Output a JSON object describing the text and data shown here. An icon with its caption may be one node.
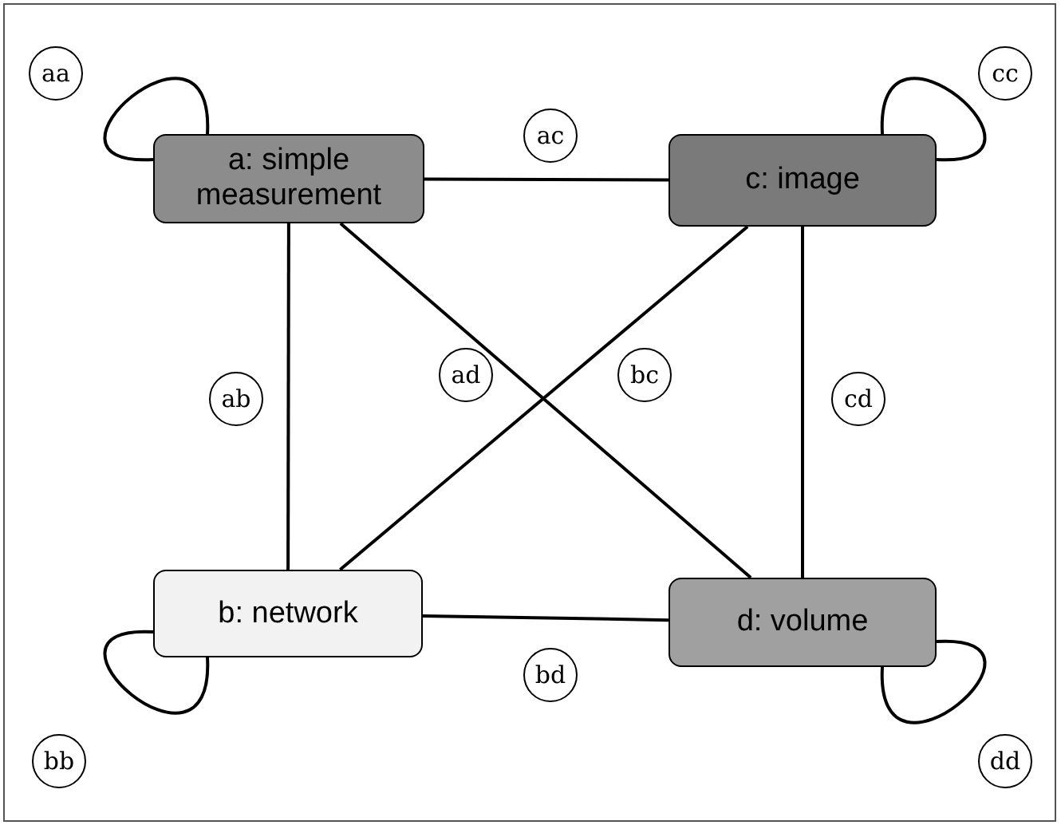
{
  "diagram": {
    "nodes": [
      {
        "text": [
          "a: simple measurement"
        ]
      },
      {
        "text": [
          "c: image"
        ]
      },
      {
        "text": [
          "b: network"
        ]
      },
      {
        "text": [
          "d: volume"
        ]
      }
    ],
    "edges": [
      {
        "from": 0,
        "to": 0,
        "arrow": "none",
        "label": "aa"
      },
      {
        "from": 0,
        "to": 1,
        "arrow": "none",
        "label": "ac"
      },
      {
        "from": 1,
        "to": 1,
        "arrow": "none",
        "label": "cc"
      },
      {
        "from": 0,
        "to": 2,
        "arrow": "none",
        "label": "ab"
      },
      {
        "from": 0,
        "to": 3,
        "arrow": "none",
        "label": "ad"
      },
      {
        "from": 2,
        "to": 1,
        "arrow": "none",
        "label": "bc"
      },
      {
        "from": 1,
        "to": 3,
        "arrow": "none",
        "label": "cd"
      },
      {
        "from": 2,
        "to": 2,
        "arrow": "none",
        "label": "bb"
      },
      {
        "from": 2,
        "to": 3,
        "arrow": "none",
        "label": "bd"
      },
      {
        "from": 3,
        "to": 3,
        "arrow": "none",
        "label": "dd"
      }
    ]
  }
}
